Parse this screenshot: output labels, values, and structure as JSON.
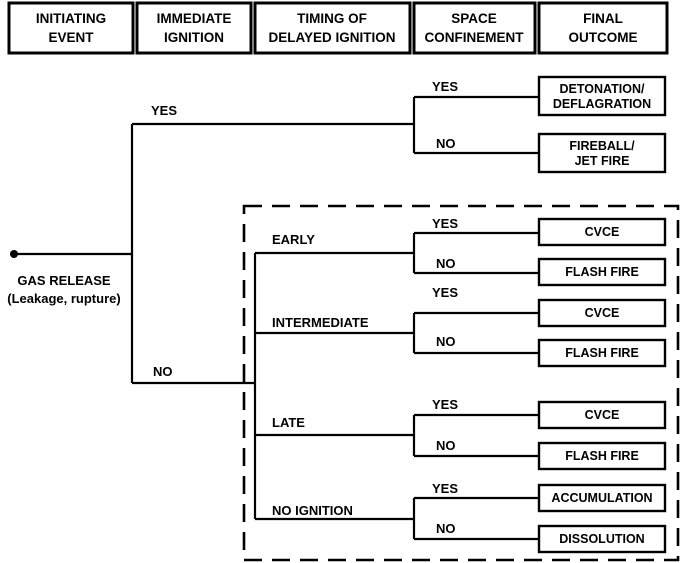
{
  "headers": {
    "initiating": [
      "INITIATING",
      "EVENT"
    ],
    "immediate": [
      "IMMEDIATE",
      "IGNITION"
    ],
    "timing": [
      "TIMING OF",
      "DELAYED IGNITION"
    ],
    "space": [
      "SPACE",
      "CONFINEMENT"
    ],
    "outcome": [
      "FINAL",
      "OUTCOME"
    ]
  },
  "source": {
    "line1": "GAS RELEASE",
    "line2": "(Leakage, rupture)"
  },
  "branches": {
    "immediate_yes": "YES",
    "immediate_no": "NO",
    "early": "EARLY",
    "intermediate": "INTERMEDIATE",
    "late": "LATE",
    "no_ignition": "NO IGNITION",
    "yes": "YES",
    "no": "NO"
  },
  "outcomes": {
    "detonation": [
      "DETONATION/",
      "DEFLAGRATION"
    ],
    "fireball": [
      "FIREBALL/",
      "JET FIRE"
    ],
    "cvce": "CVCE",
    "flash_fire": "FLASH FIRE",
    "accumulation": "ACCUMULATION",
    "dissolution": "DISSOLUTION"
  }
}
